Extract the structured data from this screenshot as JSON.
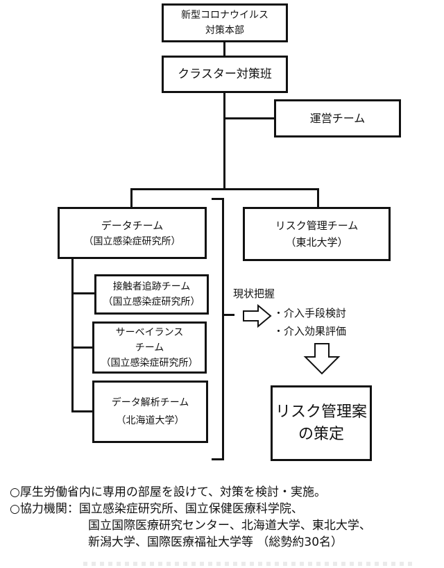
{
  "org_chart": {
    "headquarters": {
      "line1": "新型コロナウイルス",
      "line2": "対策本部"
    },
    "cluster_team": {
      "label": "クラスター対策班"
    },
    "operations_team": {
      "label": "運営チーム"
    },
    "data_team": {
      "label": "データチーム",
      "org": "（国立感染症研究所）"
    },
    "risk_team": {
      "label": "リスク管理チーム",
      "org": "（東北大学）"
    },
    "sub_teams": [
      {
        "line1": "接触者追跡チーム",
        "line2": "",
        "org": "（国立感染症研究所）"
      },
      {
        "line1": "サーベイランス",
        "line2": "チーム",
        "org": "（国立感染症研究所）"
      },
      {
        "line1": "データ解析チーム",
        "line2": "",
        "org": "（北海道大学）"
      }
    ],
    "flow": {
      "status_label": "現状把握",
      "bullets": [
        "・介入手段検討",
        "・介入効果評価"
      ],
      "result": {
        "line1": "リスク管理案",
        "line2": "の策定"
      }
    }
  },
  "notes": [
    {
      "text": "○厚生労働省内に専用の部屋を設けて、対策を検討・実施。"
    },
    {
      "text": "○協力機関：国立感染症研究所、国立保健医療科学院、"
    },
    {
      "text": "国立国際医療研究センター、北海道大学、東北大学、"
    },
    {
      "text": "新潟大学、国際医療福祉大学等 （総勢約30名）"
    }
  ]
}
